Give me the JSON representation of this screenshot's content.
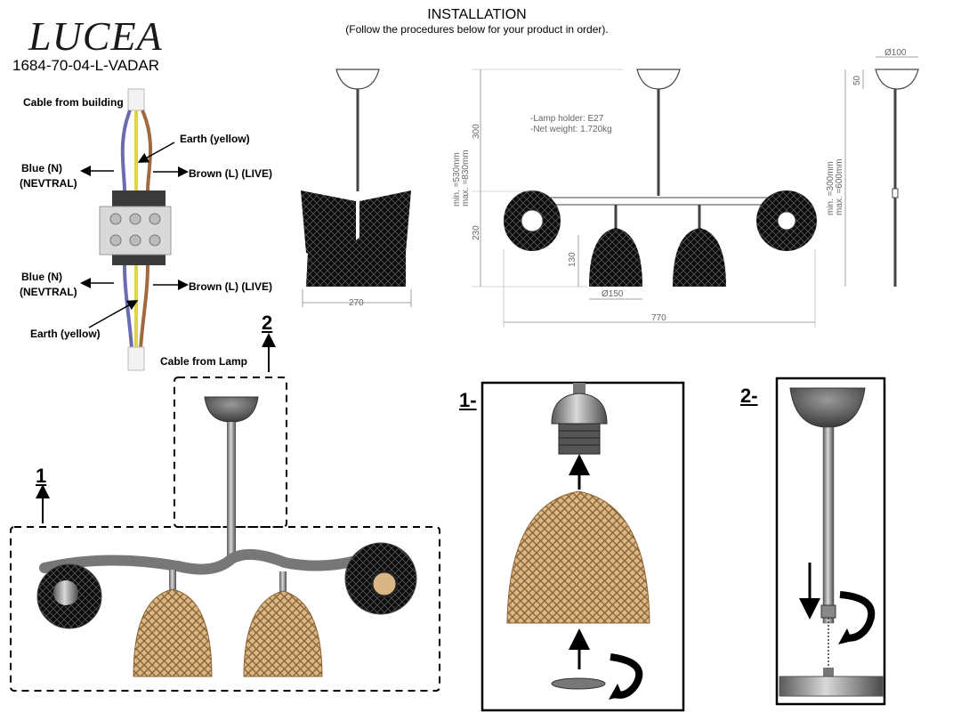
{
  "header": {
    "brand": "LUCEA",
    "model": "1684-70-04-L-VADAR",
    "title": "INSTALLATION",
    "subtitle": "(Follow the procedures below for your product in order)."
  },
  "wiring": {
    "cable_from_building": "Cable from building",
    "earth_top": "Earth (yellow)",
    "blue_top_1": "Blue (N)",
    "blue_top_2": "(NEVTRAL)",
    "brown_top": "Brown (L) (LIVE)",
    "blue_bottom_1": "Blue (N)",
    "blue_bottom_2": "(NEVTRAL)",
    "brown_bottom": "Brown (L) (LIVE)",
    "earth_bottom": "Earth (yellow)",
    "cable_from_lamp": "Cable from Lamp"
  },
  "specs": {
    "lamp_holder": "-Lamp holder: E27",
    "net_weight": "-Net weight: 1.720kg"
  },
  "dimensions": {
    "d270": "270",
    "d770": "770",
    "d150": "Ø150",
    "d100": "Ø100",
    "h300": "300",
    "h230": "230",
    "h130": "130",
    "h50": "50",
    "range_min_1": "min. =530mm",
    "range_max_1": "max. =830mm",
    "range_min_2": "min. =300mm",
    "range_max_2": "max. =600mm"
  },
  "steps": {
    "callout_1": "1",
    "callout_2": "2",
    "panel_1": "1-",
    "panel_2": "2-"
  },
  "colors": {
    "rattan": "#c49a63",
    "metal": "#8a8a8a",
    "dark": "#222222"
  }
}
